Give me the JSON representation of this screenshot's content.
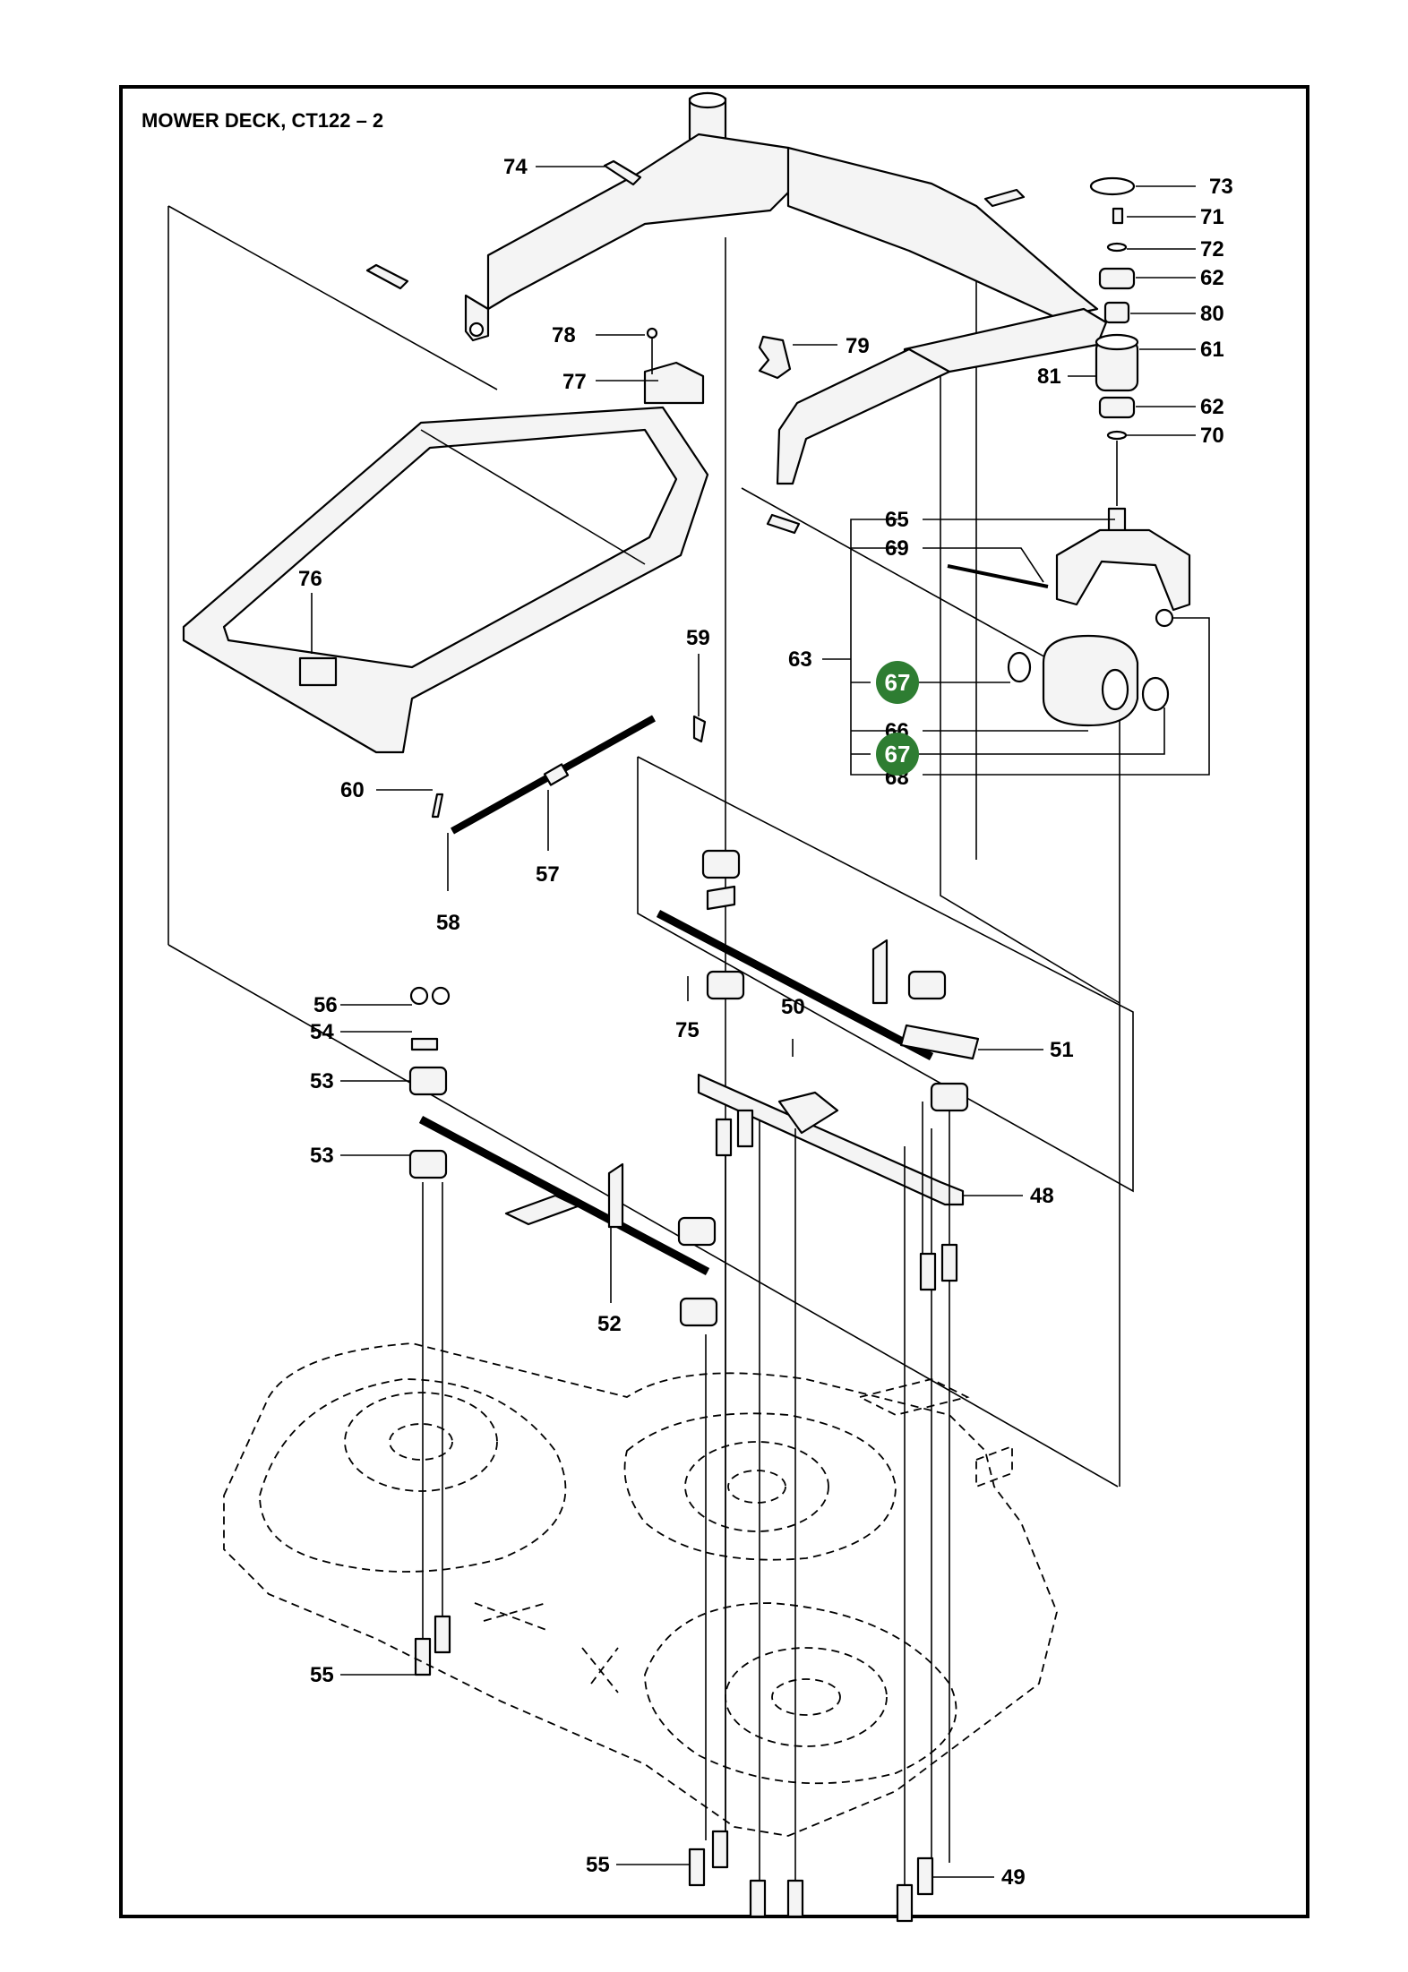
{
  "title": "MOWER DECK, CT122 – 2",
  "highlight_color": "#2e7d32",
  "callouts": {
    "p73": "73",
    "p71": "71",
    "p72": "72",
    "p62a": "62",
    "p80": "80",
    "p61": "61",
    "p81": "81",
    "p62b": "62",
    "p70": "70",
    "p74": "74",
    "p78": "78",
    "p77": "77",
    "p79": "79",
    "p76": "76",
    "p59": "59",
    "p60": "60",
    "p57": "57",
    "p58": "58",
    "p65": "65",
    "p69": "69",
    "p63": "63",
    "p67a": "67",
    "p66": "66",
    "p67b": "67",
    "p68": "68",
    "p56": "56",
    "p54": "54",
    "p53a": "53",
    "p53b": "53",
    "p75": "75",
    "p50": "50",
    "p51": "51",
    "p48": "48",
    "p52": "52",
    "p55a": "55",
    "p55b": "55",
    "p49": "49"
  }
}
